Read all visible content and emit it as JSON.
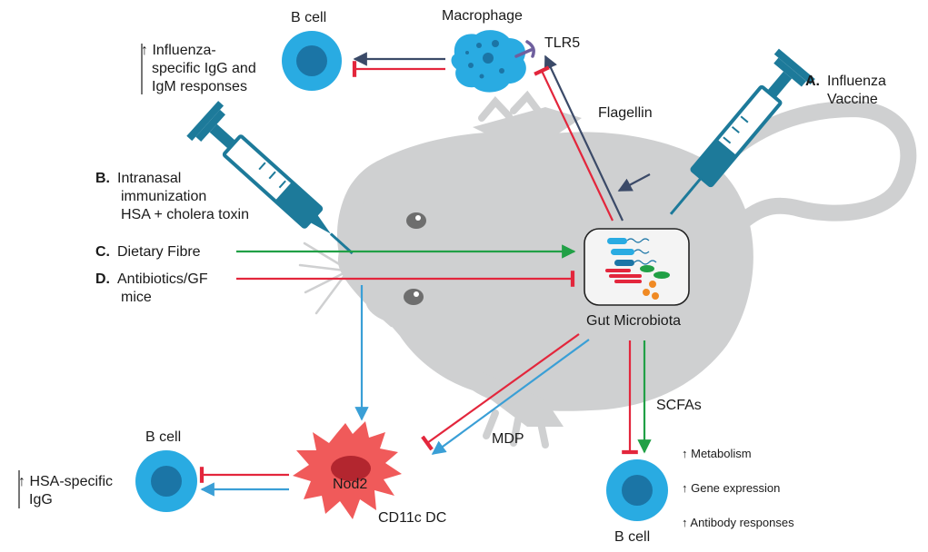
{
  "labels": {
    "b_cell_top": "B cell",
    "macrophage": "Macrophage",
    "tlr5": "TLR5",
    "flagellin": "Flagellin",
    "top_response": [
      "↑ Influenza-",
      "specific IgG and",
      "IgM responses"
    ],
    "a_tag": "A.",
    "a_text": [
      "Influenza",
      "Vaccine"
    ],
    "b_tag": "B.",
    "b_text": [
      "Intranasal",
      "immunization",
      "HSA + cholera toxin"
    ],
    "c_tag": "C.",
    "c_text": "Dietary Fibre",
    "d_tag": "D.",
    "d_text": [
      "Antibiotics/GF",
      "mice"
    ],
    "gut_microbiota": "Gut Microbiota",
    "mdp": "MDP",
    "scfas": "SCFAs",
    "nod2": "Nod2",
    "cd11c_dc": "CD11c DC",
    "b_cell_left": "B cell",
    "left_response": [
      "↑ HSA-specific",
      "IgG"
    ],
    "b_cell_bottom": "B cell",
    "bottom_effects": [
      "↑ Metabolism",
      "↑ Gene expression",
      "↑ Antibody responses"
    ]
  },
  "colors": {
    "blue_arrow": "#3a9fd6",
    "red_arrow": "#e3263c",
    "green_arrow": "#21a046",
    "navy_arrow": "#3b4a68",
    "mouse": "#cfd0d1",
    "syringe": "#1d7a9a",
    "b_cell_outer": "#29abe2",
    "b_cell_inner": "#1b75a6",
    "dc_cell": "#f05a5a",
    "dc_nucleus": "#b3262f",
    "macrophage": "#29abe2"
  }
}
